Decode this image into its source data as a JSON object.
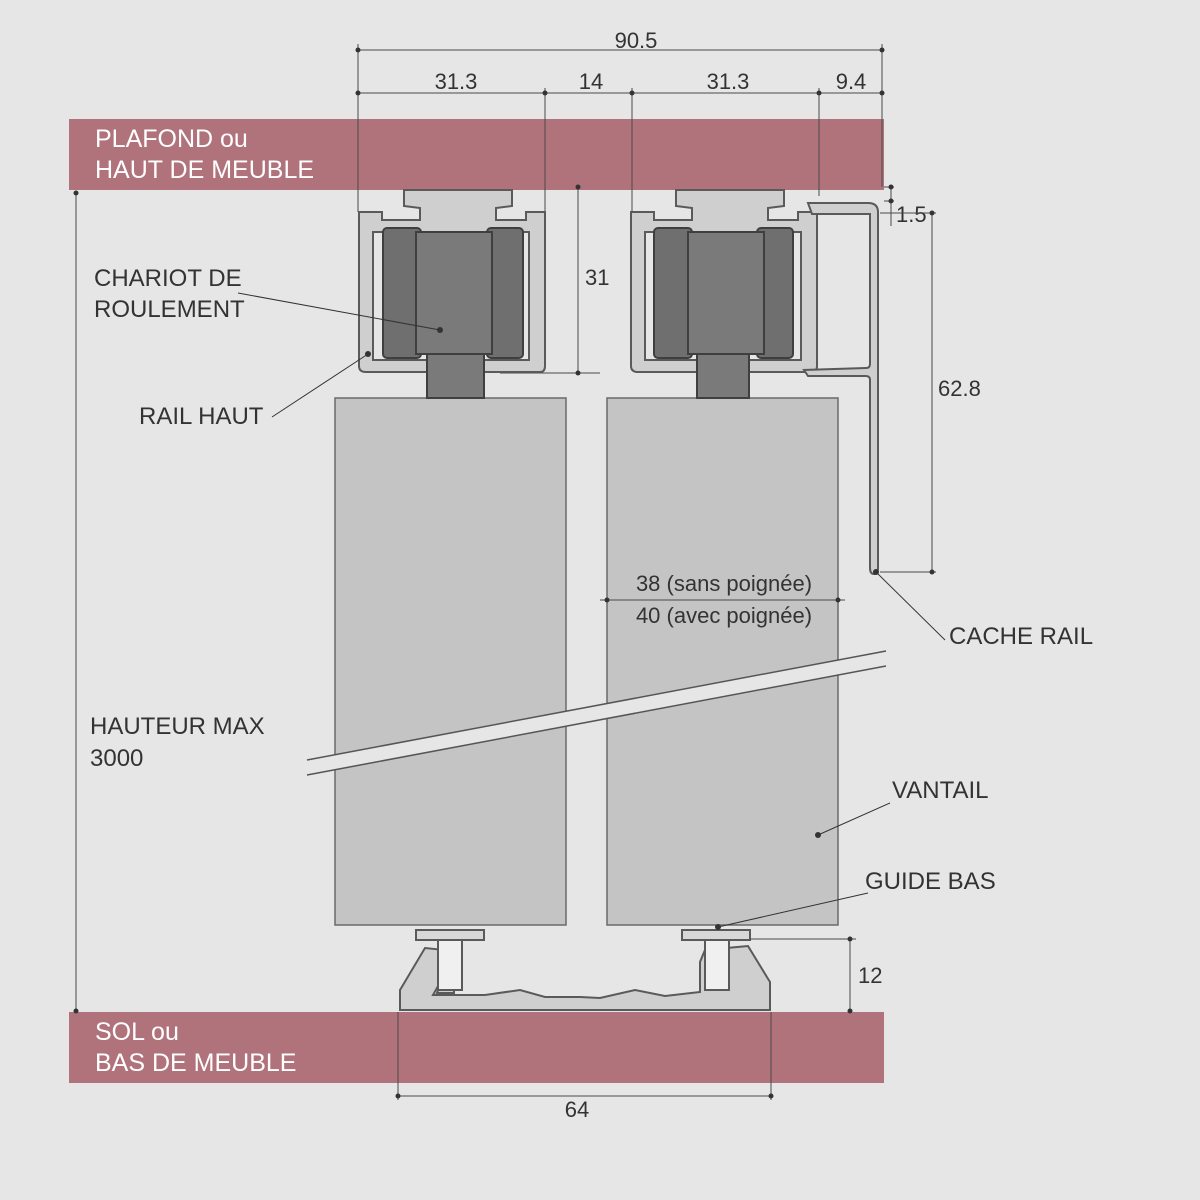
{
  "colors": {
    "background": "#e6e6e6",
    "band": "#b0737c",
    "door": "#c4c4c4",
    "profile": "#cfcfcf",
    "wheel": "#6f6f6f"
  },
  "bands": {
    "top_line1": "PLAFOND ou",
    "top_line2": "HAUT DE MEUBLE",
    "bottom_line1": "SOL ou",
    "bottom_line2": "BAS DE MEUBLE"
  },
  "labels": {
    "chariot_line1": "CHARIOT DE",
    "chariot_line2": "ROULEMENT",
    "rail_haut": "RAIL HAUT",
    "hauteur_line1": "HAUTEUR MAX",
    "hauteur_line2": "3000",
    "cache_rail": "CACHE RAIL",
    "vantail": "VANTAIL",
    "guide_bas": "GUIDE BAS"
  },
  "dimensions": {
    "total_width": "90.5",
    "rail_width_left": "31.3",
    "gap": "14",
    "rail_width_right": "31.3",
    "cover_offset": "9.4",
    "cover_gap": "1.5",
    "rail_height": "31",
    "cover_height": "62.8",
    "door_thickness_line1": "38 (sans poignée)",
    "door_thickness_line2": "40 (avec poignée)",
    "guide_height": "12",
    "guide_width": "64"
  }
}
